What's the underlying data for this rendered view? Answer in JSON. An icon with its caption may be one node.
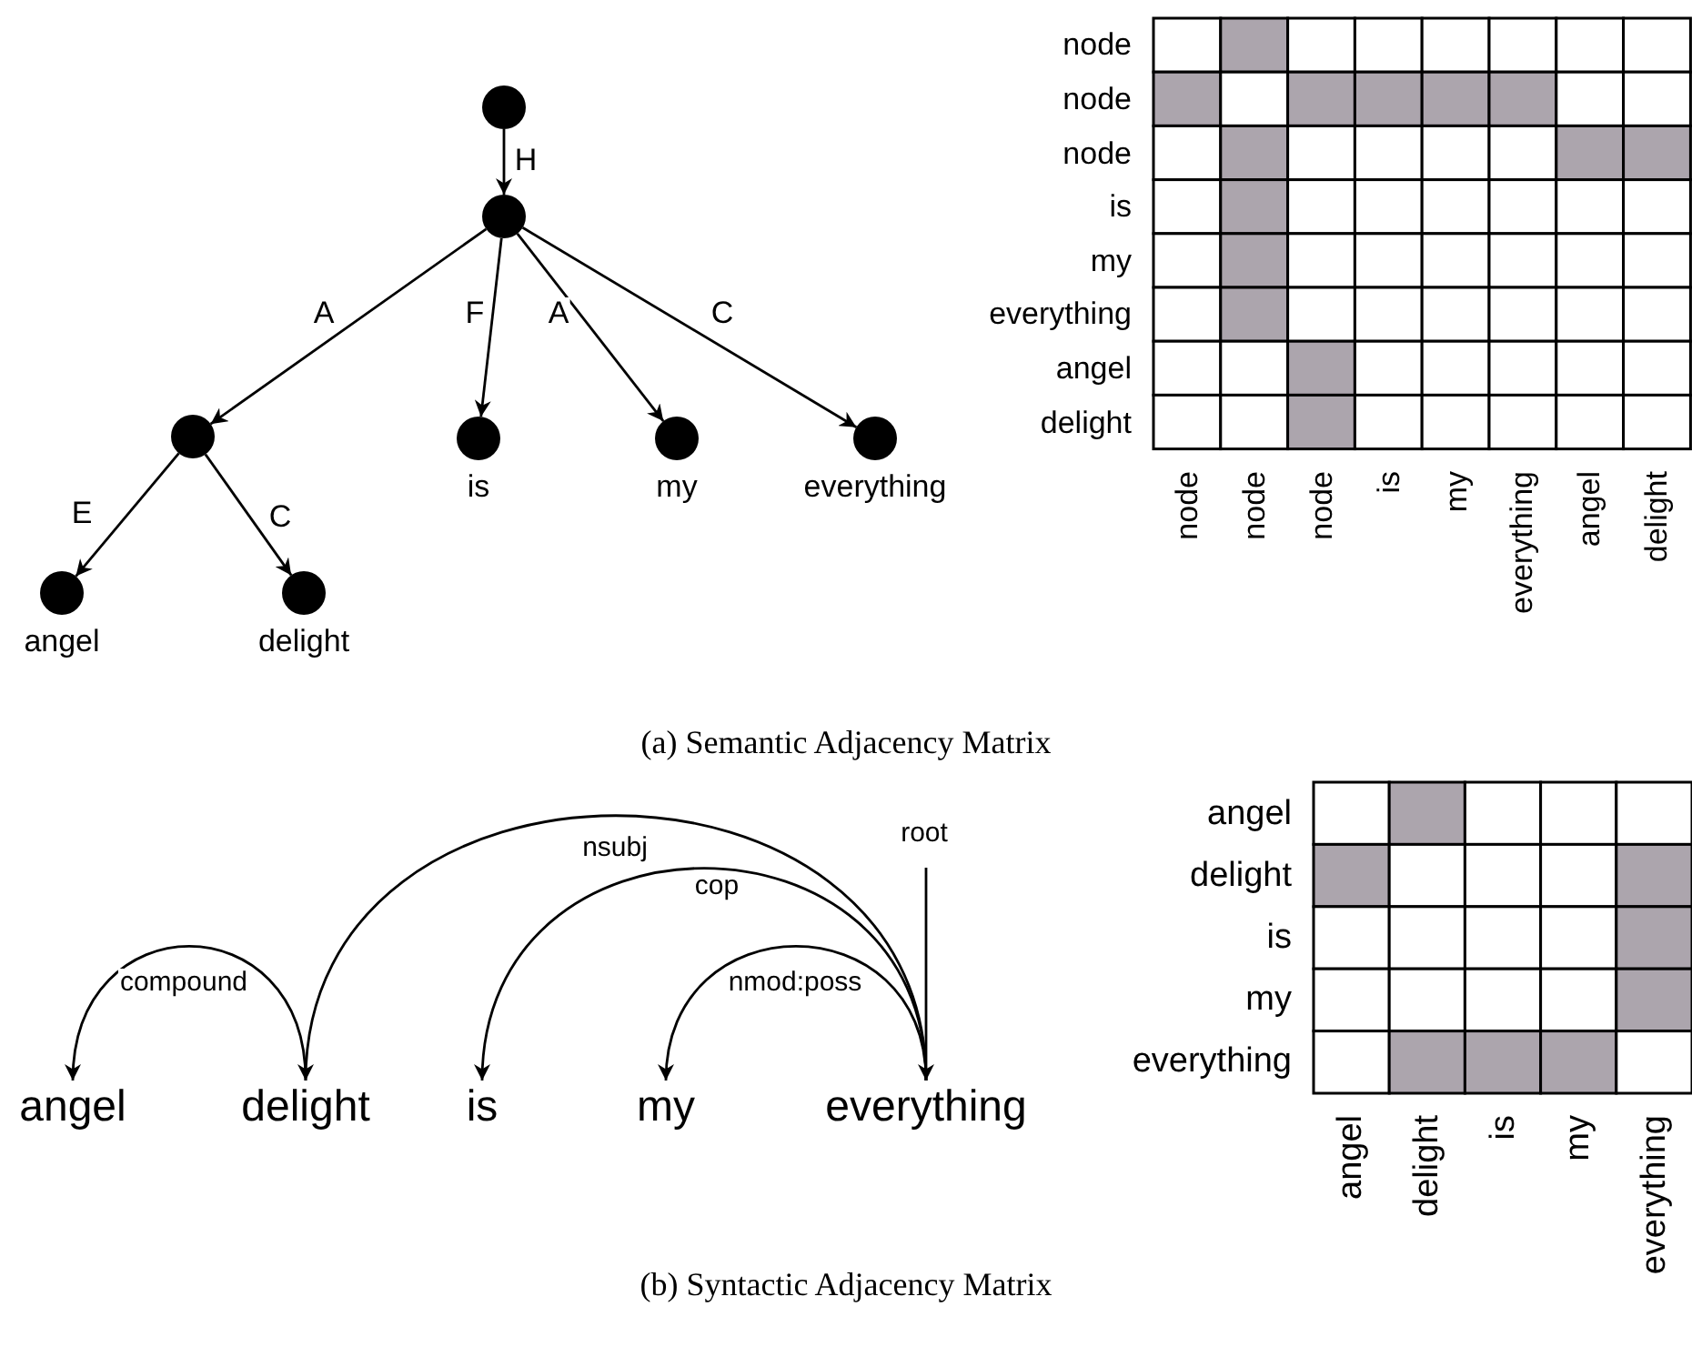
{
  "diagram": {
    "nodes": [
      {
        "text": [],
        "shape": "circle"
      },
      {
        "text": [],
        "shape": "circle"
      },
      {
        "text": [],
        "shape": "circle"
      },
      {
        "text": [],
        "shape": "circle",
        "beside": [
          "is"
        ]
      },
      {
        "text": [],
        "shape": "circle",
        "beside": [
          "my"
        ]
      },
      {
        "text": [],
        "shape": "circle",
        "beside": [
          "everything"
        ]
      },
      {
        "text": [],
        "shape": "circle",
        "beside": [
          "angel"
        ]
      },
      {
        "text": [],
        "shape": "circle",
        "beside": [
          "delight"
        ]
      },
      {
        "text": [
          "angel"
        ]
      },
      {
        "text": [
          "delight"
        ]
      },
      {
        "text": [
          "is"
        ]
      },
      {
        "text": [
          "my"
        ]
      },
      {
        "text": [
          "everything"
        ]
      }
    ],
    "edges": [
      {
        "from": 0,
        "to": 1,
        "arrow": "to",
        "label": "H"
      },
      {
        "from": 1,
        "to": 2,
        "arrow": "to",
        "label": "A"
      },
      {
        "from": 1,
        "to": 3,
        "arrow": "to",
        "label": "F"
      },
      {
        "from": 1,
        "to": 4,
        "arrow": "to",
        "label": "A"
      },
      {
        "from": 1,
        "to": 5,
        "arrow": "to",
        "label": "C"
      },
      {
        "from": 2,
        "to": 6,
        "arrow": "to",
        "label": "E"
      },
      {
        "from": 2,
        "to": 7,
        "arrow": "to",
        "label": "C"
      },
      {
        "from": 9,
        "to": 8,
        "arrow": "to",
        "label": "compound"
      },
      {
        "from": 12,
        "to": 9,
        "arrow": "to",
        "label": "nsubj"
      },
      {
        "from": 12,
        "to": 10,
        "arrow": "to",
        "label": "cop"
      },
      {
        "from": 12,
        "to": 11,
        "arrow": "to",
        "label": "nmod:poss"
      },
      {
        "from": null,
        "to": 12,
        "arrow": "to",
        "label": "root"
      }
    ],
    "labels": [
      "node",
      "node",
      "node",
      "is",
      "my",
      "everything",
      "angel",
      "delight",
      "node",
      "node",
      "node",
      "is",
      "my",
      "everything",
      "angel",
      "delight",
      "angel",
      "delight",
      "is",
      "my",
      "everything",
      "angel",
      "delight",
      "is",
      "my",
      "everything",
      "(a) Semantic Adjacency Matrix",
      "(b) Syntactic Adjacency Matrix"
    ]
  }
}
